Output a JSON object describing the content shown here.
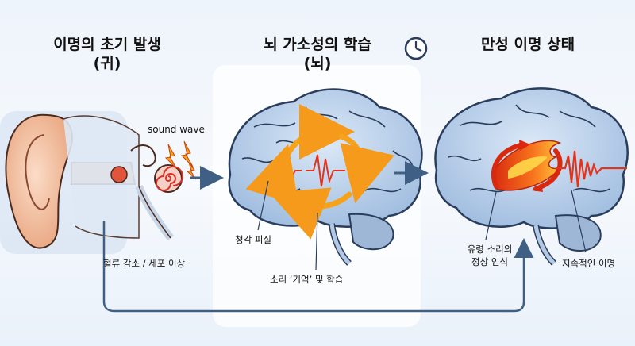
{
  "stages": [
    {
      "title_line1": "이명의 초기 발생",
      "title_line2": "(귀)"
    },
    {
      "title_line1": "뇌 가소성의 학습",
      "title_line2": "(뇌)"
    },
    {
      "title_line1": "만성 이명 상태",
      "title_line2": ""
    }
  ],
  "labels": {
    "sound_wave": "sound wave",
    "hair_cell": "혈류 감소 / 세포 이상",
    "auditory_cortex": "청각 피질",
    "memory_learning": "소리 ‘기억’ 및 학습",
    "phantom_line1": "유령 소리의",
    "phantom_line2": "정상 인식",
    "persistent": "지속적인 이명"
  },
  "icons": [
    "clock-icon",
    "lightning-icon",
    "cochlea-icon",
    "cycle-arrows-icon",
    "fire-icon"
  ],
  "colors": {
    "brain": "#b9cfe9",
    "brain_stroke": "#2a3d5c",
    "ear": "#f4c2a4",
    "fire": "#f25a1b",
    "arrow": "#3f5f85"
  }
}
